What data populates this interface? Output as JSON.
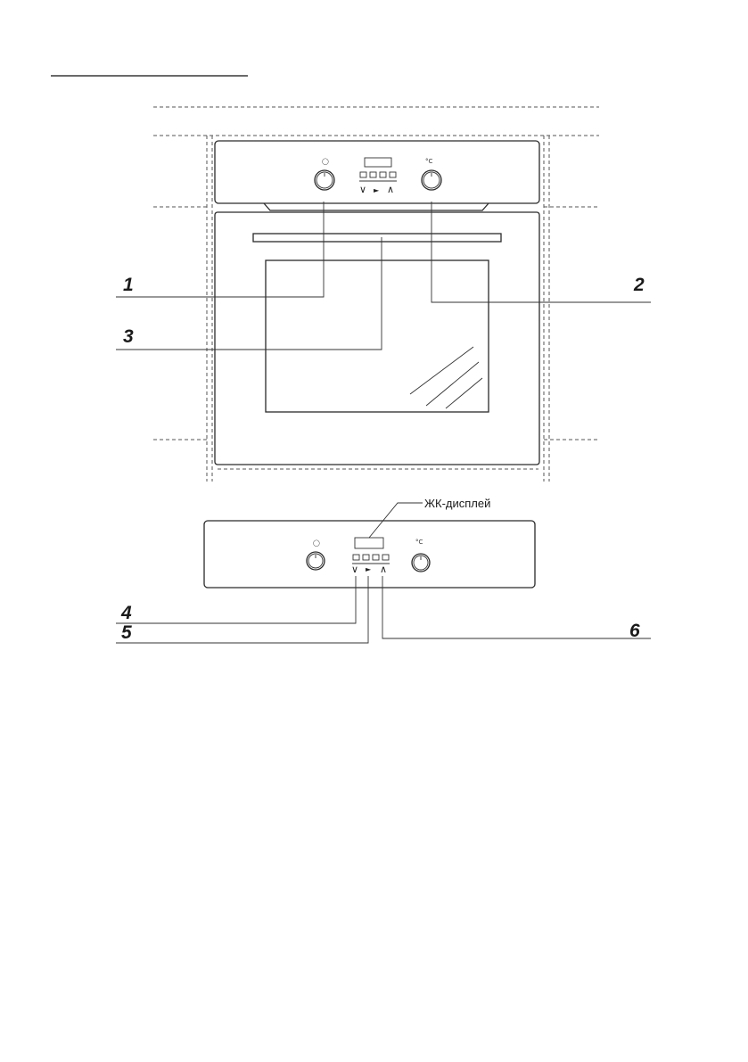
{
  "colors": {
    "ink": "#1a1a1a",
    "dash": "#555555",
    "paper": "#ffffff"
  },
  "callouts": {
    "c1": "1",
    "c2": "2",
    "c3": "3",
    "c4": "4",
    "c5": "5",
    "c6": "6"
  },
  "lcd_label": "ЖК-дисплей",
  "knob_symbols": {
    "left": "◯",
    "right": "°C"
  },
  "button_glyphs": {
    "down": "∨",
    "play": "►",
    "up": "∧"
  },
  "icons": [
    "timer-icon",
    "mode-icon",
    "clock-icon",
    "end-icon"
  ]
}
